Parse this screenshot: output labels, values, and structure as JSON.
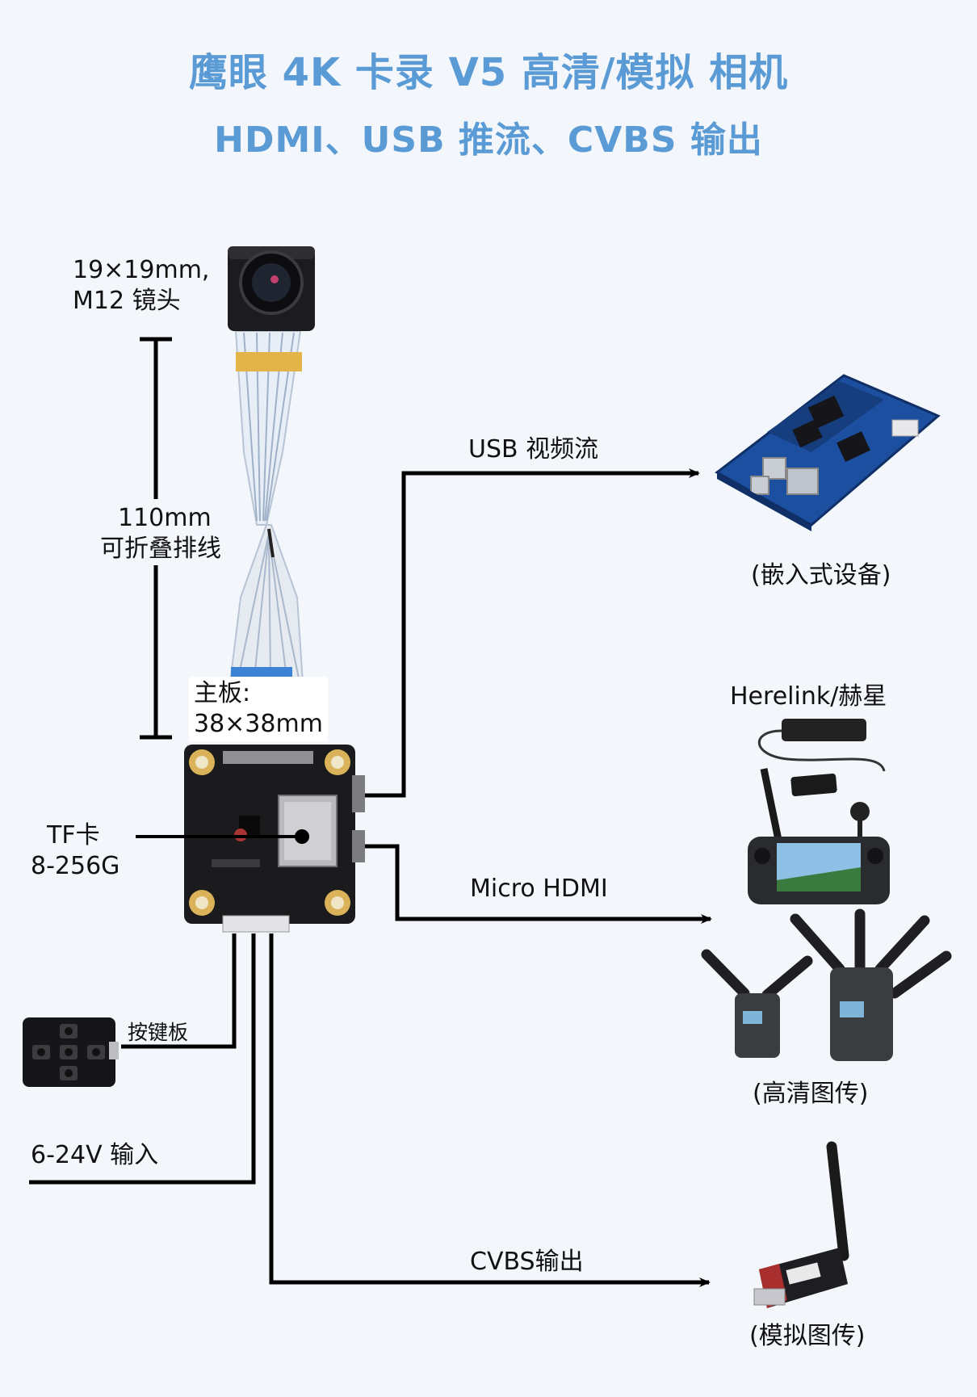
{
  "header": {
    "title": "鹰眼 4K 卡录 V5  高清/模拟 相机",
    "subtitle": "HDMI、USB 推流、CVBS 输出"
  },
  "labels": {
    "lens_line1": "19×19mm,",
    "lens_line2": "M12 镜头",
    "cable_line1": "110mm",
    "cable_line2": "可折叠排线",
    "board_line1": "主板:",
    "board_line2": "38×38mm",
    "tf_line1": "TF卡",
    "tf_line2": "8-256G",
    "keypad": "按键板",
    "power": "6-24V 输入",
    "usb": "USB 视频流",
    "embedded": "(嵌入式设备)",
    "herelink": "Herelink/赫星",
    "hdmi": "Micro HDMI",
    "hd_tx": "(高清图传)",
    "cvbs": "CVBS输出",
    "analog_tx": "(模拟图传)"
  },
  "colors": {
    "title": "#5b9bd5",
    "background": "#f3f6fb",
    "wire": "#000000",
    "pcb_blue": "#1d4fa0",
    "pcb_black": "#1b1b1d",
    "gold": "#d9b25a"
  },
  "icons": {
    "camera": "camera-module-icon",
    "board": "main-board-icon",
    "keypad": "keypad-board-icon",
    "embedded": "embedded-board-icon",
    "herelink": "herelink-controller-icon",
    "hd_tx": "hd-transmitter-icon",
    "analog_tx": "analog-transmitter-icon"
  }
}
